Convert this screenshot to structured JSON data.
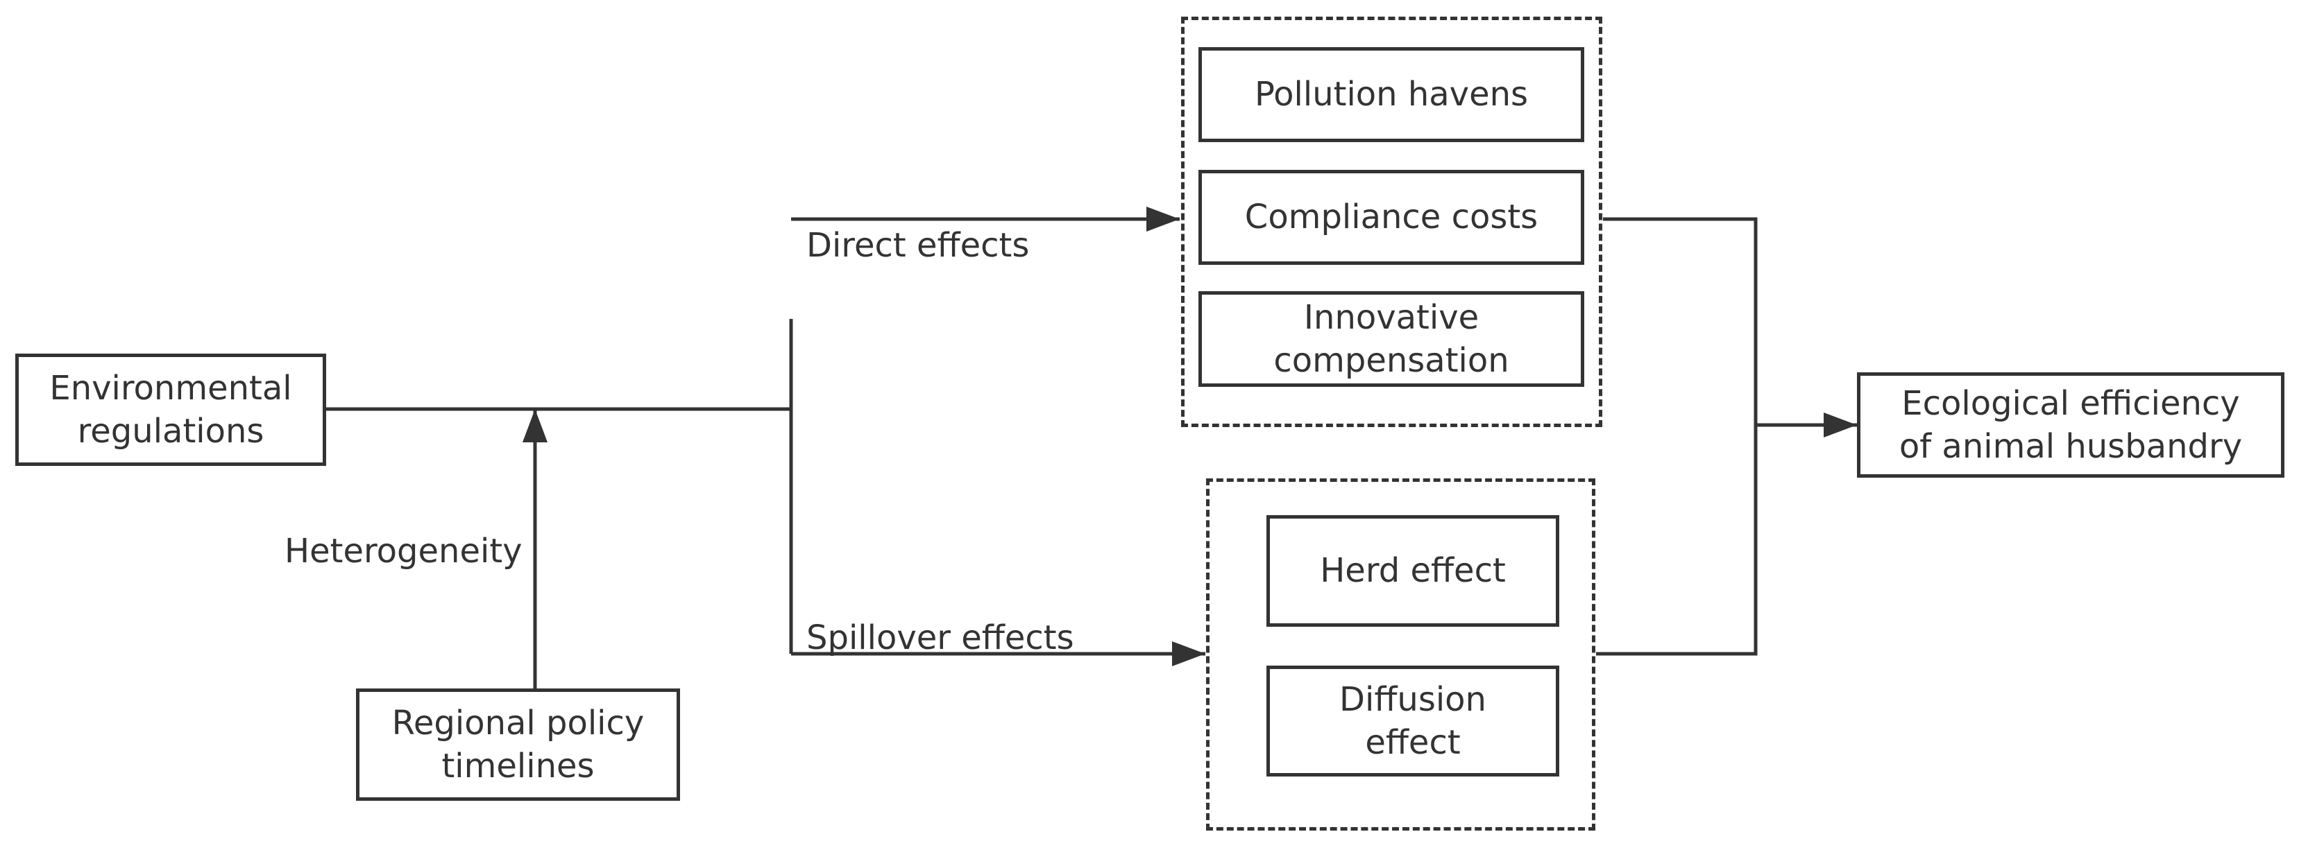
{
  "diagram": {
    "nodes": {
      "environmental_regulations": "Environmental\nregulations",
      "regional_policy": "Regional policy\ntimelines",
      "pollution_havens": "Pollution havens",
      "compliance_costs": "Compliance costs",
      "innovative_compensation": "Innovative\ncompensation",
      "herd_effect": "Herd effect",
      "diffusion_effect": "Diffusion\neffect",
      "ecological_efficiency": "Ecological efficiency\nof animal husbandry"
    },
    "edge_labels": {
      "direct_effects": "Direct effects",
      "spillover_effects": "Spillover effects",
      "heterogeneity": "Heterogeneity"
    }
  },
  "colors": {
    "line": "#333333",
    "background": "#ffffff"
  }
}
